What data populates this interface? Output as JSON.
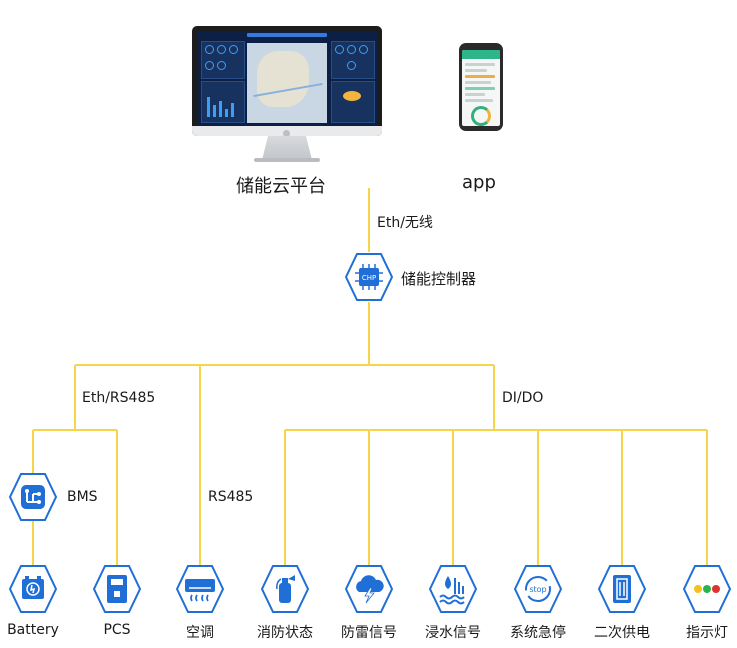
{
  "top": {
    "cloud_platform_label": "储能云平台",
    "app_label": "app"
  },
  "links": {
    "uplink_label": "Eth/无线",
    "left_bus_label": "Eth/RS485",
    "dido_bus_label": "DI/DO",
    "ac_link_label": "RS485"
  },
  "controller": {
    "label": "储能控制器",
    "chip_text": "CHP"
  },
  "bms": {
    "label": "BMS"
  },
  "devices": [
    {
      "label": "Battery",
      "icon": "battery-icon"
    },
    {
      "label": "PCS",
      "icon": "pcs-icon"
    },
    {
      "label": "空调",
      "icon": "air-conditioner-icon"
    },
    {
      "label": "消防状态",
      "icon": "fire-extinguisher-icon"
    },
    {
      "label": "防雷信号",
      "icon": "lightning-cloud-icon"
    },
    {
      "label": "浸水信号",
      "icon": "water-level-icon"
    },
    {
      "label": "系统急停",
      "icon": "stop-icon",
      "icon_text": "stop"
    },
    {
      "label": "二次供电",
      "icon": "power-supply-icon"
    },
    {
      "label": "指示灯",
      "icon": "indicator-light-icon"
    }
  ],
  "colors": {
    "wire": "#f5d64a",
    "icon_blue": "#1f6fd6",
    "icon_border": "#1f6fd6"
  }
}
